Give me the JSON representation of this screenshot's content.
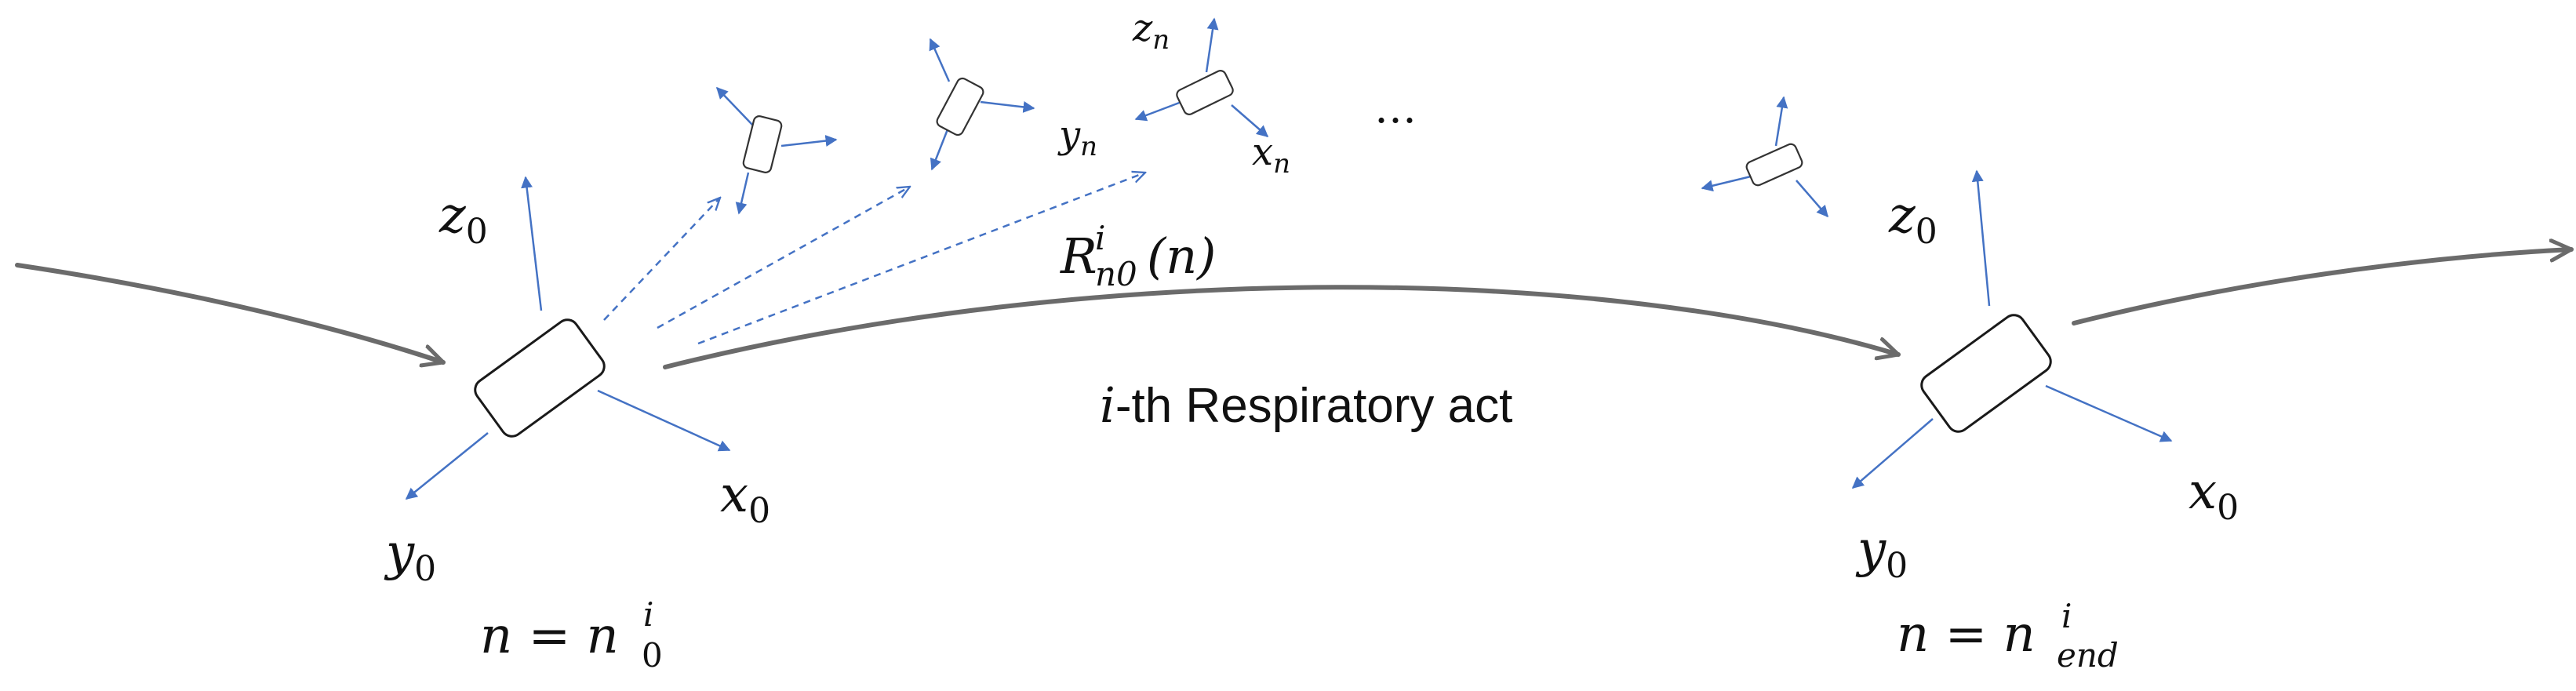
{
  "colors": {
    "axis": "#4472c4",
    "trajectory": "#6b6b6b",
    "outline": "#1a1a1a"
  },
  "start": {
    "z": "z",
    "z_sub": "0",
    "x": "x",
    "x_sub": "0",
    "y": "y",
    "y_sub": "0",
    "eq": {
      "n": "n",
      "eq": " = ",
      "rhs": "n",
      "sub": "0",
      "sup": "i"
    }
  },
  "end": {
    "z": "z",
    "z_sub": "0",
    "x": "x",
    "x_sub": "0",
    "y": "y",
    "y_sub": "0",
    "eq": {
      "n": "n",
      "eq": " = ",
      "rhs": "n",
      "sub": "end",
      "sup": "i"
    }
  },
  "frame_n": {
    "z": "z",
    "z_sub": "n",
    "y": "y",
    "y_sub": "n",
    "x": "x",
    "x_sub": "n"
  },
  "rotation": {
    "R": "R",
    "sub": "n0",
    "sup": "i",
    "arg": "(n)"
  },
  "ellipsis": "…",
  "act": {
    "i": "i",
    "rest": "-th Respiratory act"
  }
}
